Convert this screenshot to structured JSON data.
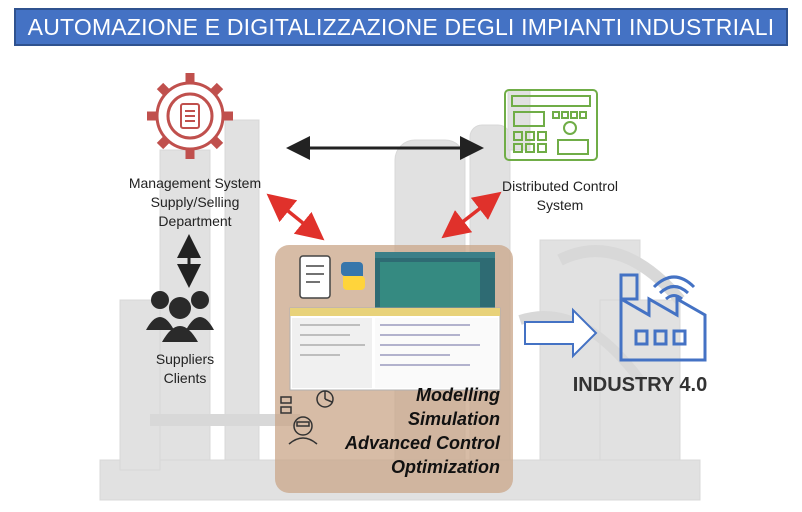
{
  "title": "AUTOMAZIONE E DIGITALIZZAZIONE DEGLI IMPIANTI INDUSTRIALI",
  "nodes": {
    "management": {
      "lines": [
        "Management System",
        "Supply/Selling",
        "Department"
      ],
      "icon": "gear-document-icon"
    },
    "dcs": {
      "lines": [
        "Distributed Control",
        "System"
      ],
      "icon": "control-panel-icon"
    },
    "stakeholders": {
      "lines": [
        "Suppliers",
        "Clients"
      ],
      "icon": "people-group-icon"
    },
    "workflow": {
      "lines": [
        "Modelling",
        "Simulation",
        "Advanced Control",
        "Optimization"
      ],
      "icon": "engineer-analytics-icon"
    },
    "industry": {
      "label": "INDUSTRY 4.0",
      "icon": "smart-factory-icon"
    }
  },
  "colors": {
    "title_bg": "#4472c4",
    "link_arrow": "#e0312b",
    "exchange_arrow": "#222222",
    "gear_icon": "#c0504d",
    "panel_icon": "#70ad47",
    "factory_icon": "#4472c4",
    "workflow_panel": "#c9a688",
    "background_plant": "#d9d9d9"
  }
}
